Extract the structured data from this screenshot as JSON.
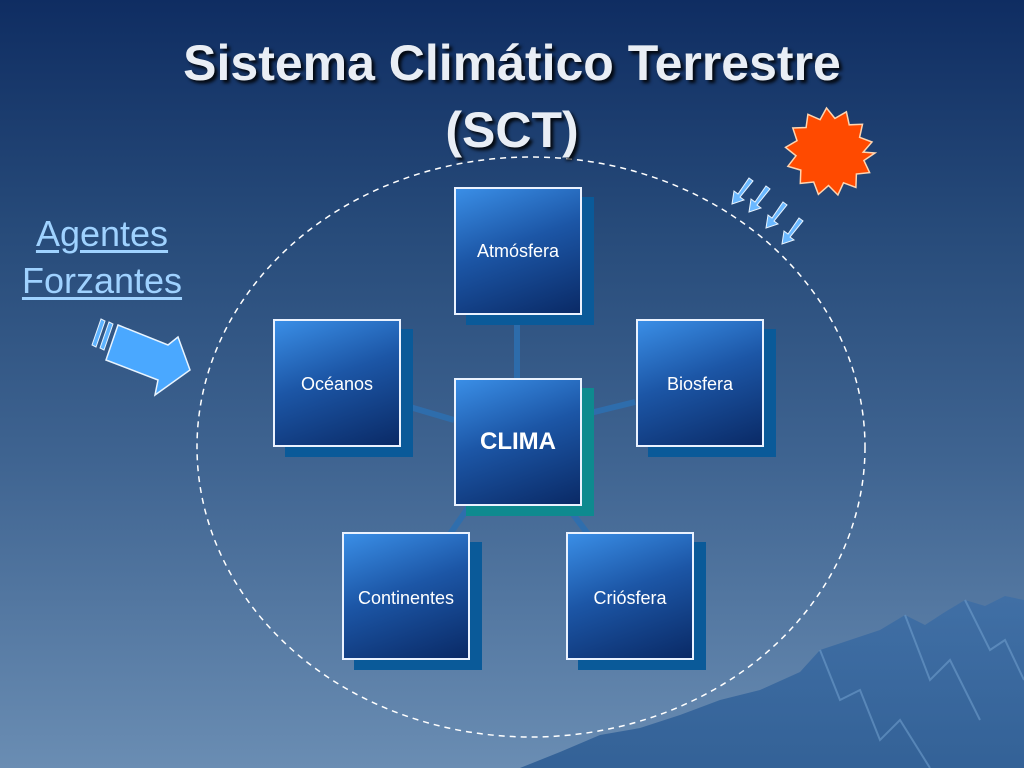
{
  "title": {
    "line1": "Sistema Climático Terrestre",
    "line2": "(SCT)"
  },
  "side_label": {
    "line1": "Agentes",
    "line2": "Forzantes"
  },
  "nodes": {
    "center": "CLIMA",
    "atmosfera": "Atmósfera",
    "oceanos": "Océanos",
    "biosfera": "Biosfera",
    "continentes": "Continentes",
    "criosfera": "Criósfera"
  },
  "colors": {
    "sun": "#ff4a00",
    "box_top": "#3a8ee6",
    "box_bottom": "#0a2a66",
    "box_shadow": "#0a5a99",
    "center_shadow": "#0e8a8f",
    "arrow_fill": "#4aa8ff",
    "link_text": "#9fd2ff"
  },
  "icons": {
    "sun": "sun-icon",
    "solar_rays": "arrow-icon",
    "forcing_arrow": "arrow-icon"
  }
}
